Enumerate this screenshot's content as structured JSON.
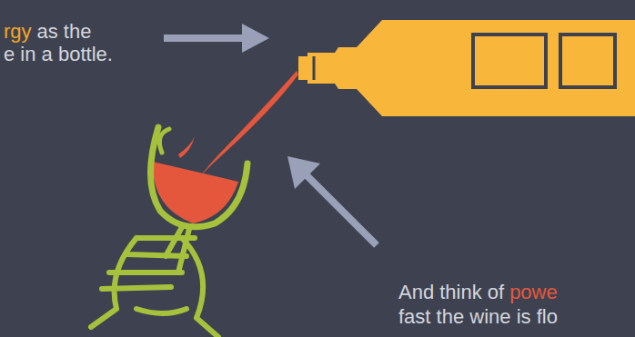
{
  "diagram": {
    "labels": [
      "rgy",
      "as the",
      "e in a bottle.",
      "And think of",
      "powe",
      "fast the wine is flo"
    ]
  }
}
